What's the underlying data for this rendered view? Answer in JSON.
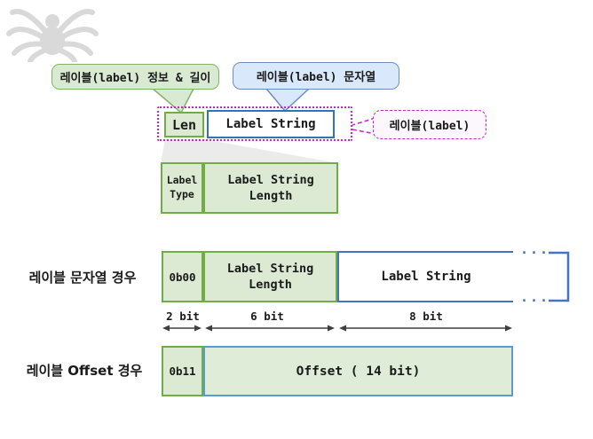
{
  "diagram": {
    "callouts": {
      "info_length": "레이블(label) 정보 & 길이",
      "label_string": "레이블(label) 문자열",
      "label": "레이블(label)"
    },
    "header_boxes": {
      "len": "Len",
      "label_string": "Label String"
    },
    "len_expansion": {
      "label_type": "Label\nType",
      "label_string_length": "Label String\nLength"
    },
    "string_case": {
      "row_label": "레이블 문자열 경우",
      "type_bits": "0b00",
      "label_string_length": "Label String\nLength",
      "label_string": "Label String",
      "ellipsis_top": "...",
      "ellipsis_bottom": "..."
    },
    "bit_widths": {
      "type": "2 bit",
      "length": "6 bit",
      "byte": "8 bit"
    },
    "offset_case": {
      "row_label": "레이블 Offset 경우",
      "type_bits": "0b11",
      "offset": "Offset ( 14 bit)"
    },
    "colors": {
      "green_border": "#70ad47",
      "green_fill": "#dcead4",
      "blue_border_dark": "#2e75b6",
      "blue_border": "#4472c4",
      "blue_border_light": "#5b9bd5",
      "blue_fill": "#dae8fc",
      "magenta": "#cc22cc",
      "logo_gray": "#d9d9d9"
    }
  }
}
